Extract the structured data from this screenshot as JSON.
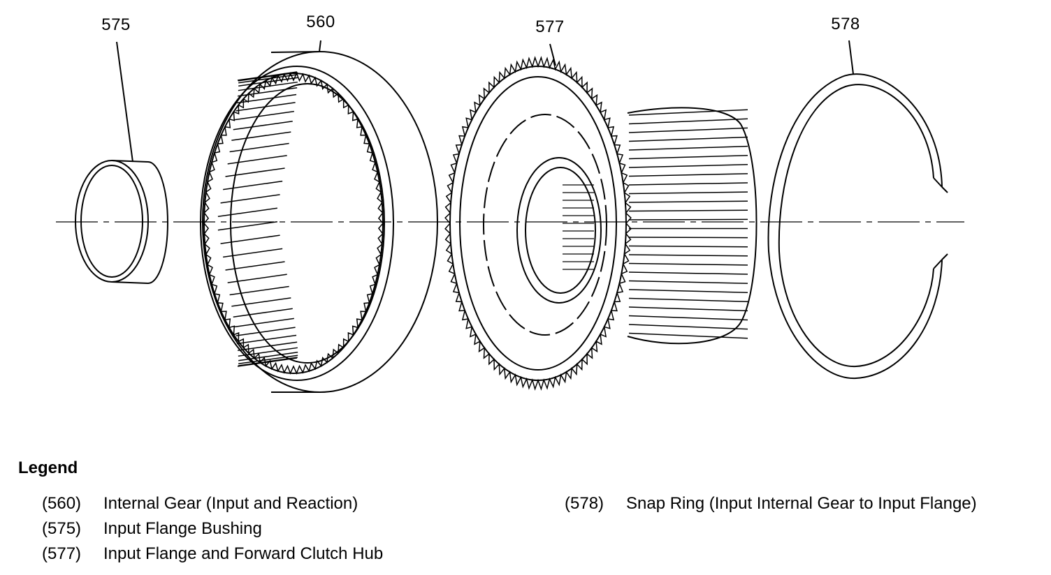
{
  "callouts": {
    "c575": "575",
    "c560": "560",
    "c577": "577",
    "c578": "578"
  },
  "legend": {
    "title": "Legend",
    "items": [
      {
        "num": "(560)",
        "desc": "Internal Gear (Input and Reaction)"
      },
      {
        "num": "(575)",
        "desc": "Input Flange Bushing"
      },
      {
        "num": "(577)",
        "desc": "Input Flange and Forward Clutch Hub"
      },
      {
        "num": "(578)",
        "desc": "Snap Ring (Input Internal Gear to Input Flange)"
      }
    ]
  },
  "colors": {
    "ink": "#000000",
    "paper": "#ffffff"
  }
}
